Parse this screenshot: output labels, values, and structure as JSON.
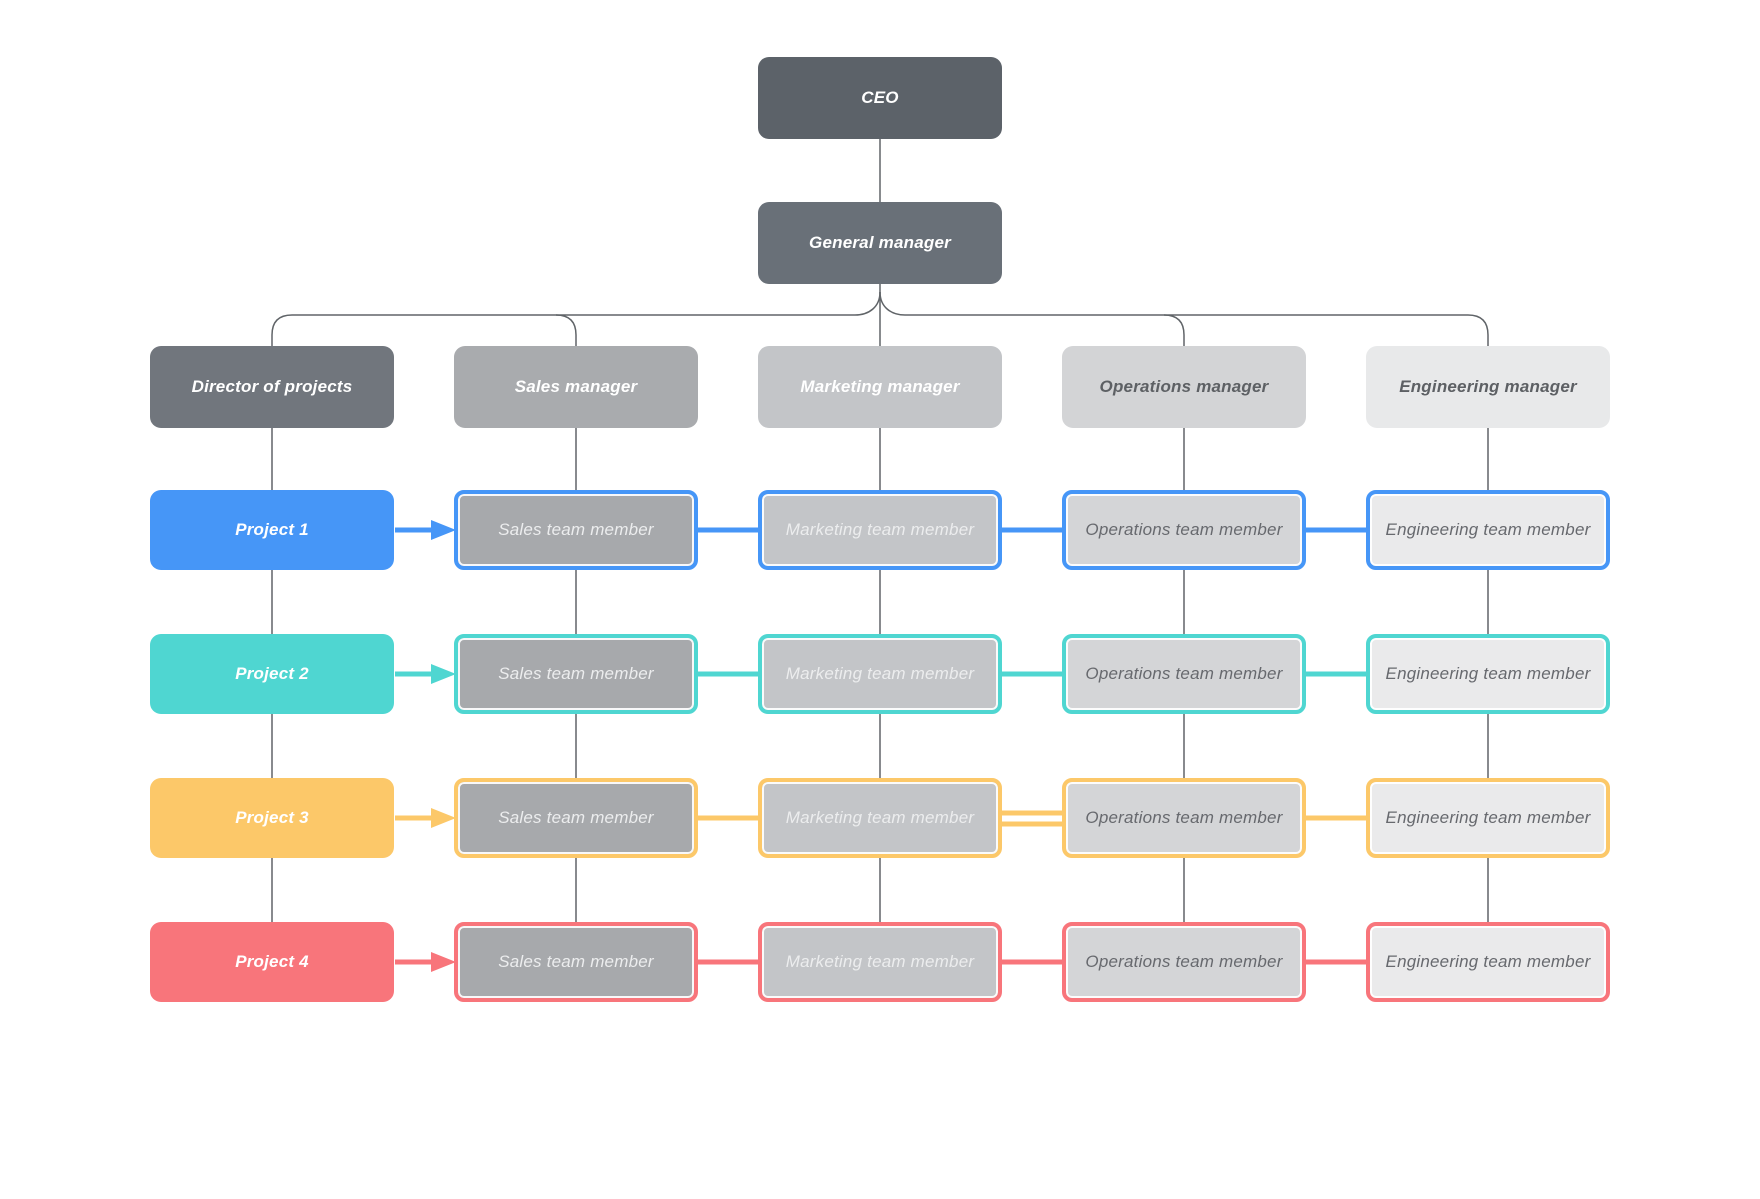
{
  "top_nodes": {
    "ceo": "CEO",
    "general_manager": "General manager"
  },
  "manager_columns": [
    {
      "id": "director",
      "label": "Director of projects"
    },
    {
      "id": "sales",
      "label": "Sales manager"
    },
    {
      "id": "marketing",
      "label": "Marketing manager"
    },
    {
      "id": "operations",
      "label": "Operations manager"
    },
    {
      "id": "engineering",
      "label": "Engineering manager"
    }
  ],
  "project_rows": [
    {
      "label": "Project 1",
      "color": "#4696f7"
    },
    {
      "label": "Project 2",
      "color": "#4fd6d1"
    },
    {
      "label": "Project 3",
      "color": "#fcc869"
    },
    {
      "label": "Project 4",
      "color": "#f8757b"
    }
  ],
  "member_labels": [
    "Sales team member",
    "Marketing team member",
    "Operations team member",
    "Engineering team member"
  ],
  "colors": {
    "ceo_fill": "#5c6269",
    "general_manager_fill": "#697078",
    "director_fill": "#71767d",
    "sales_manager_fill": "#a9abae",
    "marketing_manager_fill": "#c3c5c8",
    "operations_manager_fill": "#d3d4d6",
    "engineering_manager_fill": "#e8e9ea",
    "sales_member_fill": "#a7a9ac",
    "marketing_member_fill": "#c3c5c8",
    "operations_member_fill": "#d4d5d7",
    "engineering_member_fill": "#eaeaeb",
    "connector_gray": "#606468",
    "row_blue": "#4696f7",
    "row_teal": "#4fd6d1",
    "row_amber": "#fcc869",
    "row_coral": "#f8757b",
    "dark_label_text": "#5d6064",
    "member_gray_text": "#67696e"
  }
}
